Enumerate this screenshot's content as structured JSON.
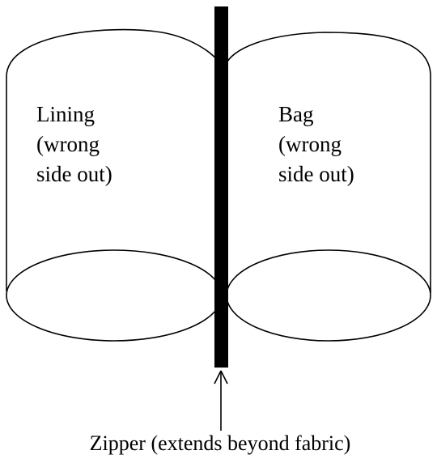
{
  "left_bag": {
    "label_lines": [
      "Lining",
      "(wrong",
      "side out)"
    ]
  },
  "right_bag": {
    "label_lines": [
      "Bag",
      "(wrong",
      "side out)"
    ]
  },
  "zipper": {
    "caption": "Zipper (extends beyond fabric)"
  },
  "colors": {
    "line": "#000000",
    "background": "#ffffff"
  }
}
